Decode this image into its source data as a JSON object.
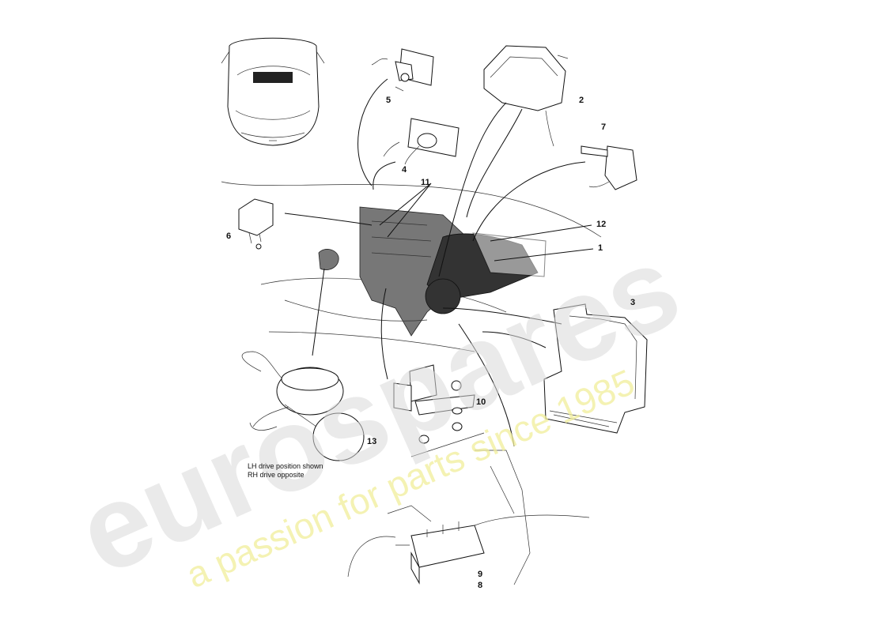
{
  "watermark": {
    "brand": "eurospares",
    "tagline": "a passion for parts since 1985",
    "brand_color": "#d9d9d9",
    "tagline_color": "#efe98a"
  },
  "callouts": [
    {
      "id": "1",
      "label": "1"
    },
    {
      "id": "2",
      "label": "2"
    },
    {
      "id": "3",
      "label": "3"
    },
    {
      "id": "4",
      "label": "4"
    },
    {
      "id": "5",
      "label": "5"
    },
    {
      "id": "6",
      "label": "6"
    },
    {
      "id": "7",
      "label": "7"
    },
    {
      "id": "8",
      "label": "8"
    },
    {
      "id": "9",
      "label": "9"
    },
    {
      "id": "10",
      "label": "10"
    },
    {
      "id": "11",
      "label": "11"
    },
    {
      "id": "12",
      "label": "12"
    },
    {
      "id": "13",
      "label": "13"
    }
  ],
  "notes": {
    "line1": "LH drive position shown",
    "line2": "RH drive opposite"
  }
}
